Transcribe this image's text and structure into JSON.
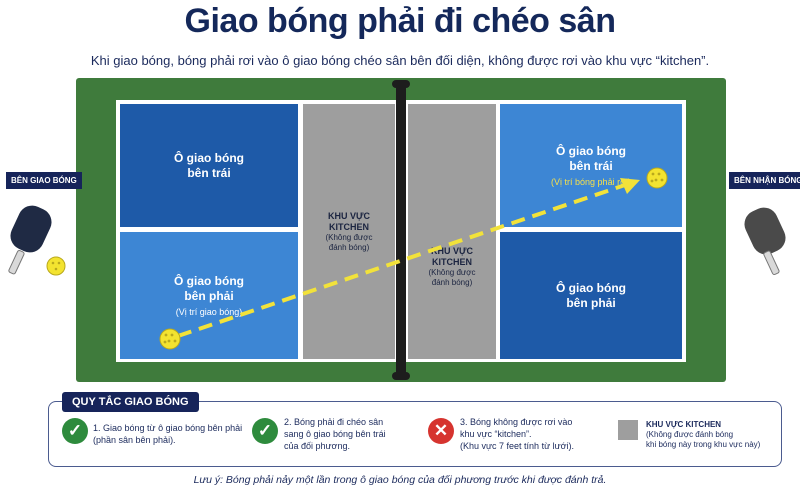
{
  "title": "Giao bóng phải đi chéo sân",
  "subtitle": "Khi giao bóng, bóng phải rơi vào ô giao bóng chéo sân bên đối diện, không được rơi vào khu vực “kitchen”.",
  "left_player_label": "BÊN GIAO BÓNG",
  "right_player_label": "BÊN NHẬN BÓNG",
  "boxes": {
    "left_top": {
      "line1": "Ô giao bóng",
      "line2": "bên trái"
    },
    "left_bottom": {
      "line1": "Ô giao bóng",
      "line2": "bên phải",
      "note": "(Vị trí giao bóng)"
    },
    "right_top": {
      "line1": "Ô giao bóng",
      "line2": "bên trái",
      "note": "(Vị trí bóng phải rơi)"
    },
    "right_bottom": {
      "line1": "Ô giao bóng",
      "line2": "bên phải"
    }
  },
  "kitchen_left": {
    "line1": "KHU VỰC",
    "line2": "KITCHEN",
    "note1": "(Không được",
    "note2": "đánh bóng)"
  },
  "kitchen_right": {
    "line1": "KHU VỰC",
    "line2": "KITCHEN",
    "note1": "(Không được",
    "note2": "đánh bóng)"
  },
  "rules_title": "QUY TẮC GIAO BÓNG",
  "rules": [
    {
      "icon": "check-icon",
      "line1": "1. Giao bóng từ ô giao bóng bên phải",
      "line2": "(phần sân bên phải)."
    },
    {
      "icon": "check-icon",
      "line1": "2. Bóng phải đi chéo sân",
      "line2": "sang ô giao bóng bên trái",
      "line3": "của đối phương."
    },
    {
      "icon": "cross-icon",
      "line1": "3. Bóng không được rơi vào",
      "line2": "khu vực “kitchen”.",
      "line3": "(Khu vực 7 feet tính từ lưới)."
    }
  ],
  "legend": {
    "title": "KHU VỰC KITCHEN",
    "line1": "(Không được đánh bóng",
    "line2": "khi bóng này trong khu vực này)"
  },
  "note": "Lưu ý: Bóng phải nảy một lần trong ô giao bóng của đối phương trước khi được đánh trả.",
  "colors": {
    "court_green": "#3f7b3c",
    "box_dark": "#1e5aa8",
    "box_light": "#3d86d4",
    "kitchen": "#9e9e9e",
    "navy": "#16245a",
    "arrow": "#f2e23a",
    "check": "#2e8b3d",
    "cross": "#d6342f"
  }
}
